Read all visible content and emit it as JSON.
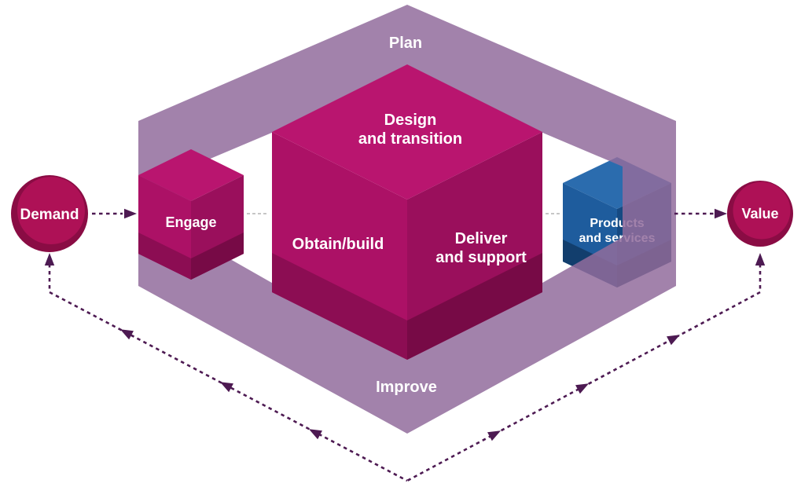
{
  "ring": {
    "plan": "Plan",
    "improve": "Improve",
    "color": "#926c9c"
  },
  "chain": {
    "engage": "Engage",
    "design": {
      "line1": "Design",
      "line2": "and transition"
    },
    "obtain": "Obtain/build",
    "deliver": {
      "line1": "Deliver",
      "line2": "and support"
    },
    "products": {
      "line1": "Products",
      "line2": "and services"
    }
  },
  "endpoints": {
    "demand": "Demand",
    "value": "Value"
  },
  "colors": {
    "cube_top": "#b9156f",
    "cube_left": "#ac1166",
    "cube_right": "#9a0f5c",
    "blue_top": "#2b6cae",
    "blue_left": "#1e5c9d",
    "blue_right": "#164a82",
    "circle": "#ae1156",
    "arrow": "#4d1a52"
  }
}
